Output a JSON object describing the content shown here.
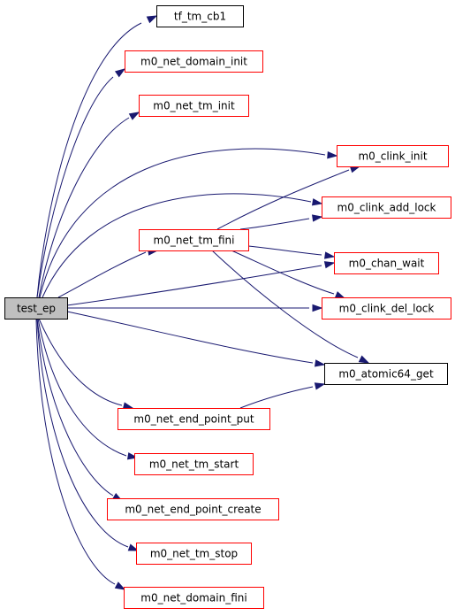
{
  "diagram": {
    "type": "call-graph",
    "colors": {
      "edge": "#191970",
      "root_fill": "#bfbfbf",
      "root_border": "#000000",
      "documented_border": "#000000",
      "undocumented_border": "#ff0000",
      "node_fill": "#ffffff"
    },
    "nodes": [
      {
        "id": "test_ep",
        "label": "test_ep",
        "style": "root"
      },
      {
        "id": "tf_tm_cb1",
        "label": "tf_tm_cb1",
        "style": "black"
      },
      {
        "id": "m0_net_domain_init",
        "label": "m0_net_domain_init",
        "style": "red"
      },
      {
        "id": "m0_net_tm_init",
        "label": "m0_net_tm_init",
        "style": "red"
      },
      {
        "id": "m0_clink_init",
        "label": "m0_clink_init",
        "style": "red"
      },
      {
        "id": "m0_clink_add_lock",
        "label": "m0_clink_add_lock",
        "style": "red"
      },
      {
        "id": "m0_net_tm_fini",
        "label": "m0_net_tm_fini",
        "style": "red"
      },
      {
        "id": "m0_chan_wait",
        "label": "m0_chan_wait",
        "style": "red"
      },
      {
        "id": "m0_clink_del_lock",
        "label": "m0_clink_del_lock",
        "style": "red"
      },
      {
        "id": "m0_atomic64_get",
        "label": "m0_atomic64_get",
        "style": "black"
      },
      {
        "id": "m0_net_end_point_put",
        "label": "m0_net_end_point_put",
        "style": "red"
      },
      {
        "id": "m0_net_tm_start",
        "label": "m0_net_tm_start",
        "style": "red"
      },
      {
        "id": "m0_net_end_point_create",
        "label": "m0_net_end_point_create",
        "style": "red"
      },
      {
        "id": "m0_net_tm_stop",
        "label": "m0_net_tm_stop",
        "style": "red"
      },
      {
        "id": "m0_net_domain_fini",
        "label": "m0_net_domain_fini",
        "style": "red"
      }
    ],
    "edges": [
      {
        "from": "test_ep",
        "to": "tf_tm_cb1"
      },
      {
        "from": "test_ep",
        "to": "m0_net_domain_init"
      },
      {
        "from": "test_ep",
        "to": "m0_net_tm_init"
      },
      {
        "from": "test_ep",
        "to": "m0_clink_init"
      },
      {
        "from": "test_ep",
        "to": "m0_clink_add_lock"
      },
      {
        "from": "test_ep",
        "to": "m0_net_tm_fini"
      },
      {
        "from": "test_ep",
        "to": "m0_chan_wait"
      },
      {
        "from": "test_ep",
        "to": "m0_clink_del_lock"
      },
      {
        "from": "test_ep",
        "to": "m0_atomic64_get"
      },
      {
        "from": "test_ep",
        "to": "m0_net_end_point_put"
      },
      {
        "from": "test_ep",
        "to": "m0_net_tm_start"
      },
      {
        "from": "test_ep",
        "to": "m0_net_end_point_create"
      },
      {
        "from": "test_ep",
        "to": "m0_net_tm_stop"
      },
      {
        "from": "test_ep",
        "to": "m0_net_domain_fini"
      },
      {
        "from": "m0_net_tm_fini",
        "to": "m0_clink_init"
      },
      {
        "from": "m0_net_tm_fini",
        "to": "m0_clink_add_lock"
      },
      {
        "from": "m0_net_tm_fini",
        "to": "m0_chan_wait"
      },
      {
        "from": "m0_net_tm_fini",
        "to": "m0_clink_del_lock"
      },
      {
        "from": "m0_net_tm_fini",
        "to": "m0_atomic64_get"
      },
      {
        "from": "m0_net_end_point_put",
        "to": "m0_atomic64_get"
      }
    ]
  }
}
